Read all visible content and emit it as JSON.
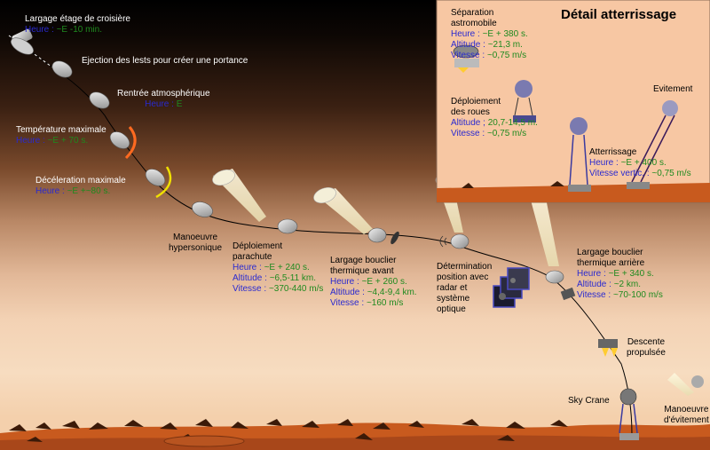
{
  "inset": {
    "title": "Détail atterrissage"
  },
  "colors": {
    "key": "#2a2ad0",
    "value": "#1f8a1f",
    "sky_top": "#000000",
    "sky_bottom": "#f4d0ac",
    "ground": "#c85a1e",
    "rocks": "#3b1a08"
  },
  "stages": [
    {
      "id": "croisiere",
      "title": [
        "Largage étage de croisière"
      ],
      "lines": [
        {
          "k": "Heure",
          "sep": " : ",
          "v": "~E -10 min."
        }
      ]
    },
    {
      "id": "lests",
      "title": [
        "Ejection des lests pour créer une portance"
      ],
      "lines": []
    },
    {
      "id": "rentree",
      "title": [
        "Rentrée atmosphérique"
      ],
      "lines": [
        {
          "k": "Heure",
          "sep": " : ",
          "v": "E"
        }
      ]
    },
    {
      "id": "temperature",
      "title": [
        "Température maximale"
      ],
      "lines": [
        {
          "k": "Heure",
          "sep": " : ",
          "v": "~E + 70 s."
        }
      ]
    },
    {
      "id": "deceleration",
      "title": [
        "Décéleration maximale"
      ],
      "lines": [
        {
          "k": "Heure",
          "sep": " : ",
          "v": "~E +~80 s."
        }
      ]
    },
    {
      "id": "manoeuvre",
      "title": [
        "Manoeuvre",
        "hypersonique"
      ],
      "lines": []
    },
    {
      "id": "parachute",
      "title": [
        "Déploiement",
        "parachute"
      ],
      "lines": [
        {
          "k": "Heure",
          "sep": " : ",
          "v": "~E + 240 s."
        },
        {
          "k": "Altitude",
          "sep": " : ",
          "v": "~6,5-11 km."
        },
        {
          "k": "Vitesse",
          "sep": " : ",
          "v": "~370-440 m/s"
        }
      ]
    },
    {
      "id": "bouclier_avant",
      "title": [
        "Largage bouclier",
        "thermique avant"
      ],
      "lines": [
        {
          "k": "Heure",
          "sep": " : ",
          "v": "~E + 260 s."
        },
        {
          "k": "Altitude",
          "sep": " : ",
          "v": "~4,4-9,4 km."
        },
        {
          "k": "Vitesse",
          "sep": " : ",
          "v": "~160 m/s"
        }
      ]
    },
    {
      "id": "radar",
      "title": [
        "Détermination",
        "position avec",
        "radar et",
        "système",
        "optique"
      ],
      "lines": []
    },
    {
      "id": "bouclier_arriere",
      "title": [
        "Largage bouclier",
        "thermique arrière"
      ],
      "lines": [
        {
          "k": "Heure",
          "sep": " : ",
          "v": "~E + 340 s."
        },
        {
          "k": "Altitude",
          "sep": " : ",
          "v": "~2 km."
        },
        {
          "k": "Vitesse",
          "sep": " : ",
          "v": "~70-100 m/s"
        }
      ]
    },
    {
      "id": "descente",
      "title": [
        "Descente",
        "propulsée"
      ],
      "lines": []
    },
    {
      "id": "skycrane",
      "title": [
        "Sky Crane"
      ],
      "lines": []
    },
    {
      "id": "manoeuvre_evitement",
      "title": [
        "Manoeuvre",
        "d'évitement"
      ],
      "lines": []
    },
    {
      "id": "separation",
      "title": [
        "Séparation",
        "astromobile"
      ],
      "lines": [
        {
          "k": "Heure",
          "sep": " : ",
          "v": "~E + 380 s."
        },
        {
          "k": "Altitude",
          "sep": " : ",
          "v": "~21,3 m."
        },
        {
          "k": "Vitesse",
          "sep": " : ",
          "v": "~0,75 m/s"
        }
      ]
    },
    {
      "id": "roues",
      "title": [
        "Déploiement",
        "des roues"
      ],
      "lines": [
        {
          "k": "Altitude",
          "sep": " ; ",
          "v": "20,7-14,5 m."
        },
        {
          "k": "Vitesse",
          "sep": " : ",
          "v": "~0,75 m/s"
        }
      ]
    },
    {
      "id": "evitement",
      "title": [
        "Evitement"
      ],
      "lines": []
    },
    {
      "id": "atterrissage",
      "title": [
        "Atterrissage"
      ],
      "lines": [
        {
          "k": "Heure",
          "sep": " : ",
          "v": "~E + 400 s."
        },
        {
          "k": "Vitesse vertic.",
          "sep": " : ",
          "v": "~0,75 m/s"
        }
      ]
    }
  ]
}
